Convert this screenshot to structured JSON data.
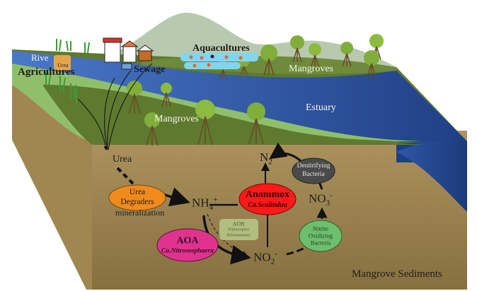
{
  "figure": {
    "landscape_labels": {
      "river": "Rive",
      "urea_bag": "Urea",
      "agricultures": "Agricultures",
      "sewage": "Sewage",
      "aquacultures": "Aquacultures",
      "mangroves_far": "Mangroves",
      "mangroves_near": "Mangroves",
      "estuary": "Estuary"
    },
    "sediment": {
      "label": "Mangrove Sediments",
      "urea": "Urea",
      "nh4": {
        "base": "NH",
        "sub": "4",
        "sup": "+"
      },
      "no2": {
        "base": "NO",
        "sub": "2",
        "sup": "-"
      },
      "no3": {
        "base": "NO",
        "sub": "3",
        "sup": "-"
      },
      "n2": {
        "base": "N",
        "sub": "2"
      },
      "mineralization": "mineralization"
    },
    "organisms": {
      "urea_degraders": {
        "line1": "Urea",
        "line2": "Degraders",
        "color": "#f08a1c"
      },
      "anammox": {
        "name": "Anammox",
        "genus": "Ca.Scalindua",
        "color": "#ff1a1a"
      },
      "aoa": {
        "name": "AOA",
        "genus": "Ca.Nitrososphaera",
        "color": "#e0338f"
      },
      "aob": {
        "name": "AOB",
        "genus1": "Nitrosospira",
        "genus2": "Nitrosomonas",
        "color": "#b7c98a"
      },
      "denitrifying": {
        "line1": "Denitrifying",
        "line2": "Bacteria",
        "color": "#4a4a4a"
      },
      "nob": {
        "line1": "Nitrite",
        "line2": "Oxidizing",
        "line3": "Bacteria",
        "color": "#6dbe6d"
      }
    },
    "colors": {
      "sediment": "#a68c59",
      "water": "#2f56a8",
      "land_green": "#5e7a2e",
      "light_green": "#8fbf6b",
      "mountain": "#b9c9b0"
    }
  }
}
